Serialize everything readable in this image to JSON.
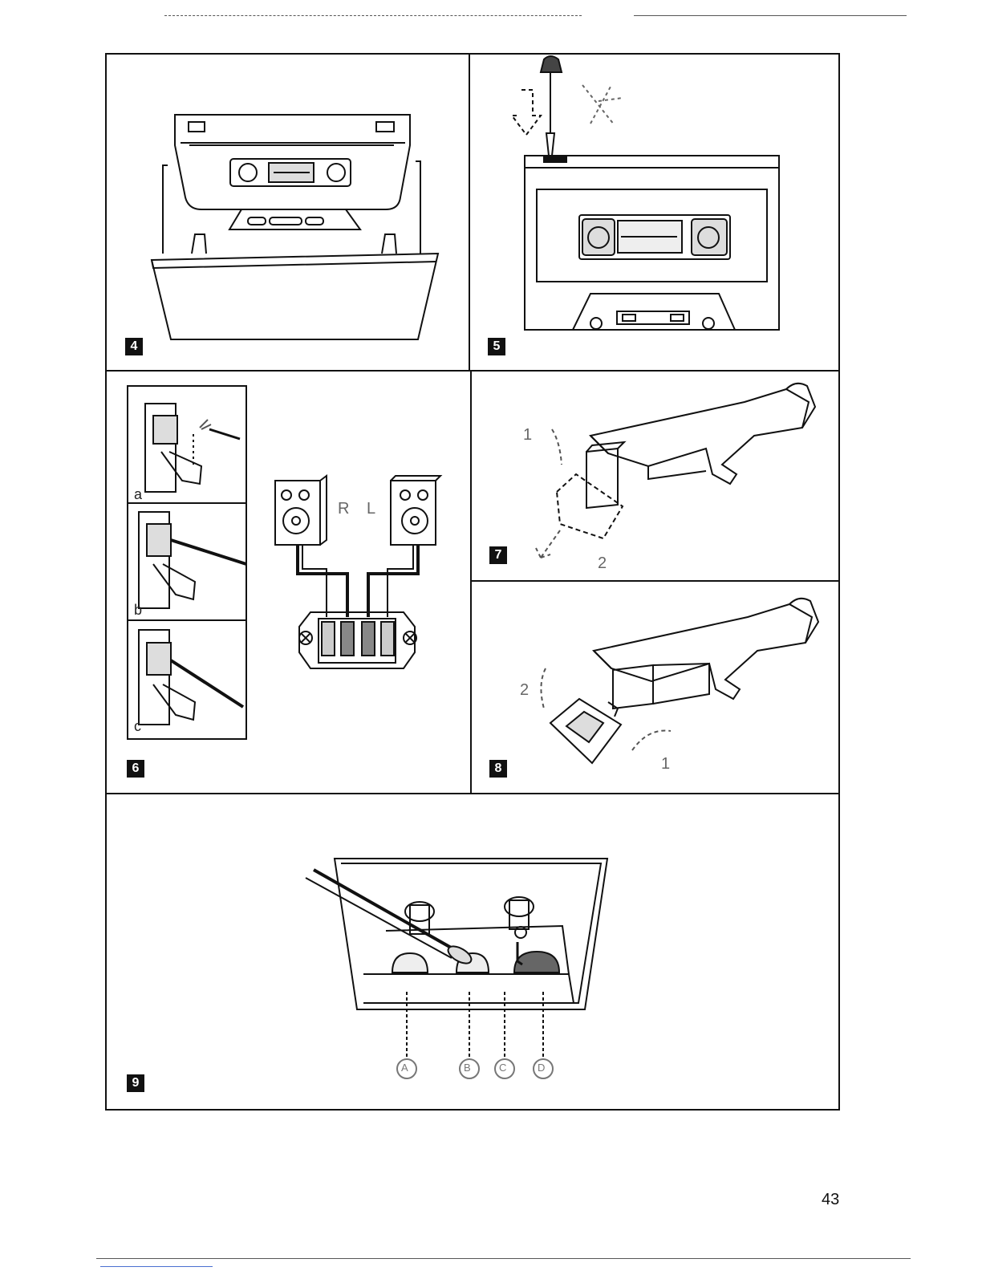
{
  "page_number": "43",
  "figures": [
    {
      "number": "4"
    },
    {
      "number": "5"
    },
    {
      "number": "6",
      "sub_labels": [
        "a",
        "b",
        "c"
      ],
      "channel_labels": [
        "R",
        "L"
      ]
    },
    {
      "number": "7",
      "step_labels": [
        "1",
        "2"
      ]
    },
    {
      "number": "8",
      "step_labels": [
        "2",
        "1"
      ]
    },
    {
      "number": "9",
      "part_labels": [
        "A",
        "B",
        "C",
        "D"
      ]
    }
  ]
}
